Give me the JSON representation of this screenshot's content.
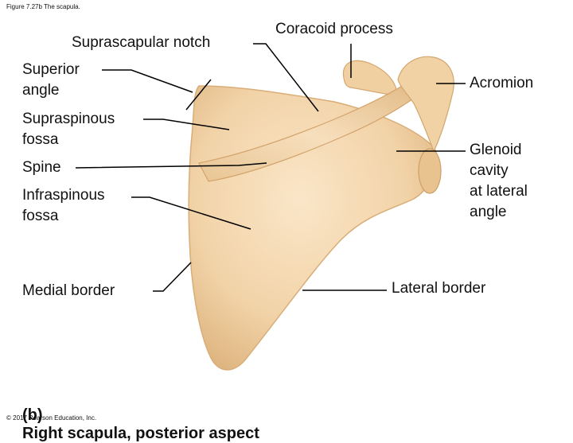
{
  "figure_caption": "Figure 7.27b The scapula.",
  "labels": {
    "suprascapular_notch": "Suprascapular notch",
    "coracoid_process": "Coracoid process",
    "superior_angle": "Superior\nangle",
    "acromion": "Acromion",
    "supraspinous_fossa": "Supraspinous\nfossa",
    "glenoid_cavity": "Glenoid\ncavity\nat lateral\nangle",
    "spine": "Spine",
    "infraspinous_fossa": "Infraspinous\nfossa",
    "medial_border": "Medial border",
    "lateral_border": "Lateral border"
  },
  "panel_caption": {
    "letter": "(b)",
    "text": "Right scapula, posterior aspect"
  },
  "copyright": "© 2017 Pearson Education, Inc.",
  "colors": {
    "bone_fill": "#f2d3a8",
    "bone_shadow": "#dcb27c",
    "bone_highlight": "#fae6c8",
    "leader_lines": "#000000"
  }
}
